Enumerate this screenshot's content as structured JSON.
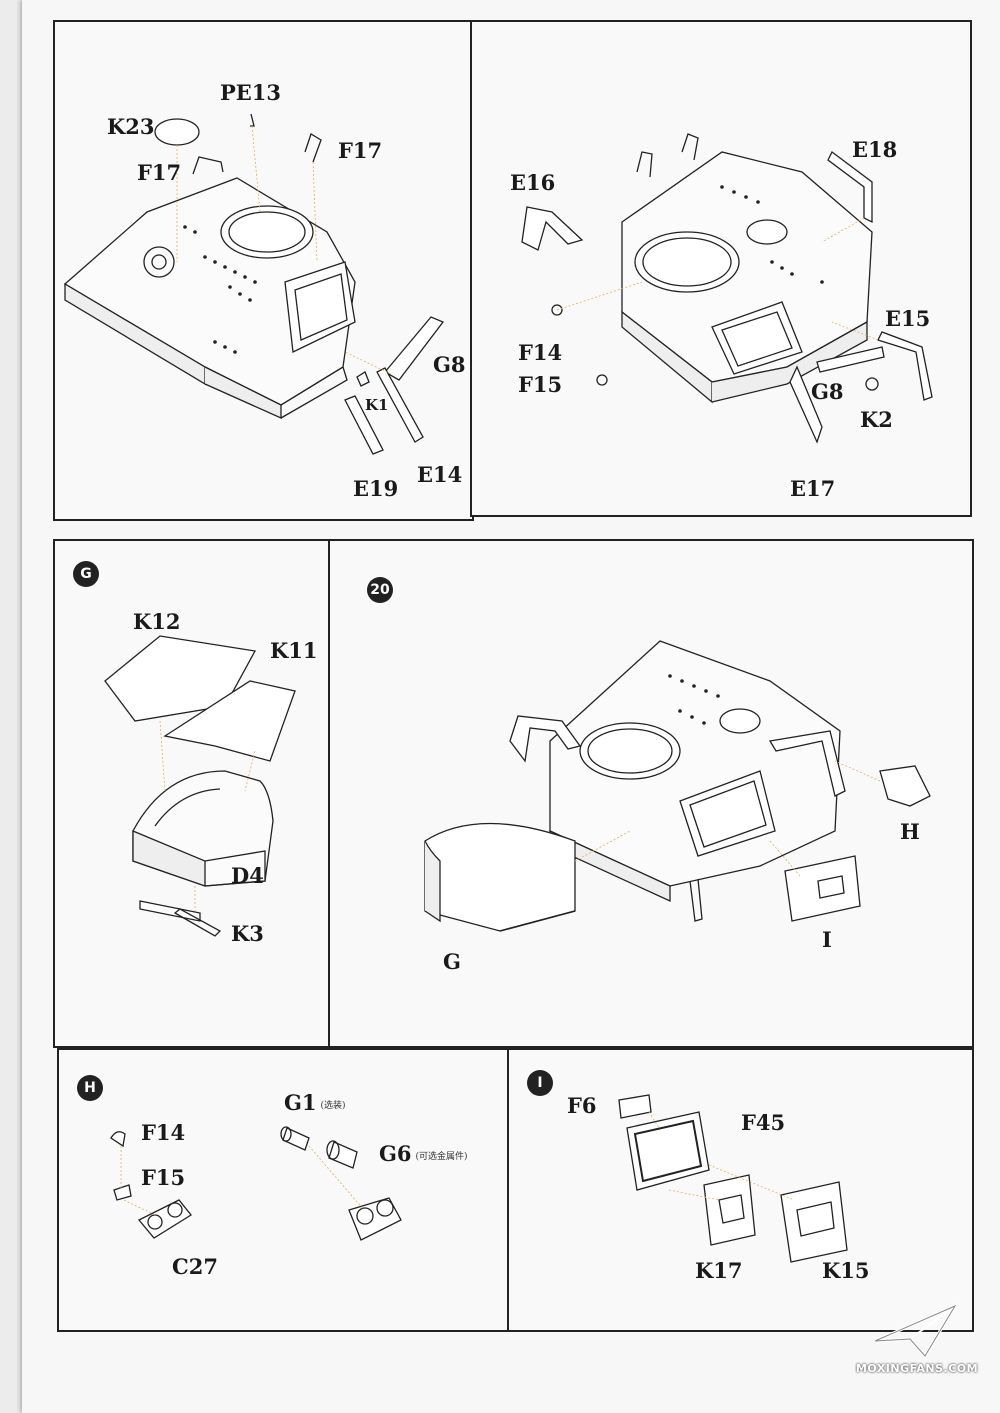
{
  "panels": {
    "top_left": {
      "labels": {
        "pe13": "PE13",
        "k23": "K23",
        "f17_left": "F17",
        "f17_right": "F17",
        "g8": "G8",
        "k1": "K1",
        "e19": "E19",
        "e14": "E14"
      }
    },
    "top_right": {
      "labels": {
        "e18": "E18",
        "e16": "E16",
        "f14": "F14",
        "f15": "F15",
        "e15": "E15",
        "g8": "G8",
        "k2": "K2",
        "e17": "E17"
      }
    },
    "sub_g": {
      "badge": "G",
      "labels": {
        "k12": "K12",
        "k11": "K11",
        "d4": "D4",
        "k3": "K3"
      }
    },
    "step_20": {
      "badge": "20",
      "labels": {
        "h": "H",
        "i": "I",
        "g": "G"
      }
    },
    "sub_h": {
      "badge": "H",
      "labels": {
        "f14": "F14",
        "f15": "F15",
        "c27": "C27",
        "g1": "G1",
        "g1_note": "(选装)",
        "g6": "G6",
        "g6_note": "(可选金属件)"
      }
    },
    "sub_i": {
      "badge": "I",
      "labels": {
        "f6": "F6",
        "f45": "F45",
        "k17": "K17",
        "k15": "K15"
      }
    }
  },
  "watermark": {
    "text": "MOXINGFANS.COM"
  },
  "colors": {
    "ink": "#222222",
    "leader": "#e0b060"
  }
}
